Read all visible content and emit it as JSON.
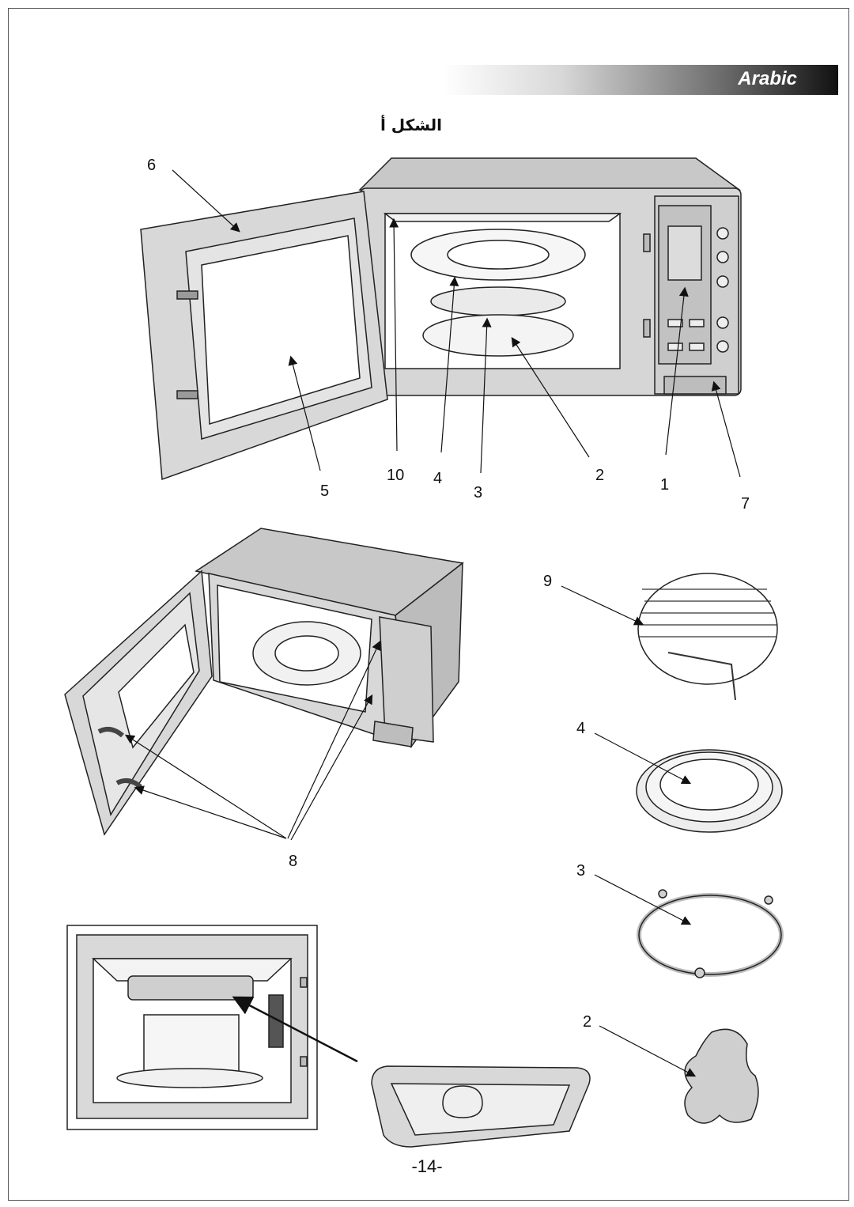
{
  "header": {
    "language_label": "Arabic"
  },
  "figure": {
    "title": "الشكل أ"
  },
  "callouts": {
    "c1": "1",
    "c2": "2",
    "c3": "3",
    "c4": "4",
    "c5": "5",
    "c6": "6",
    "c7": "7",
    "c8": "8",
    "c9": "9",
    "c10": "10",
    "c2b": "2",
    "c3b": "3",
    "c4b": "4"
  },
  "footer": {
    "page_number": "-14-"
  },
  "colors": {
    "appliance_fill": "#d4d4d4",
    "line": "#222222",
    "header_end": "#111111"
  }
}
